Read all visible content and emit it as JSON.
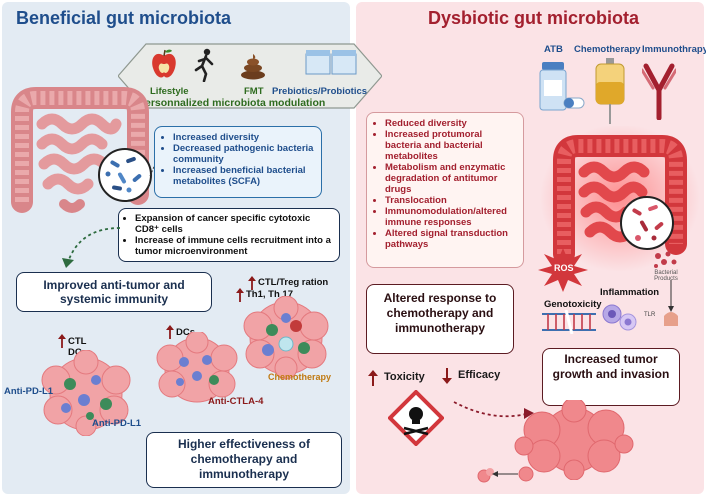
{
  "left": {
    "title": "Beneficial gut microbiota",
    "modulation": {
      "lifestyle": "Lifestyle",
      "fmt": "FMT",
      "prebiotics": "Prebiotics/Probiotics",
      "title": "Personnalized microbiota modulation"
    },
    "effects": [
      "Increased diversity",
      "Decreased pathogenic bacteria community",
      "Increased beneficial bacterial metabolites (SCFA)"
    ],
    "immune": [
      "Expansion of cancer specific cytotoxic CD8⁺ cells",
      "Increase of immune cells recruitment into a tumor microenvironment"
    ],
    "improved": "Improved anti-tumor and systemic immunity",
    "ctl_treg": "CTL/Treg ration",
    "th": "Th1, Th 17",
    "chemo_label": "Chemotherapy",
    "ctl": "CTL",
    "dcs1": "DCs",
    "dcs2": "DCs",
    "anti_pdl1_a": "Anti-PD-L1",
    "anti_pdl1_b": "Anti-PD-L1",
    "anti_ctla4": "Anti-CTLA-4",
    "higher": "Higher effectiveness of chemotherapy and immunotherapy"
  },
  "right": {
    "title": "Dysbiotic gut microbiota",
    "atb": "ATB",
    "chemotherapy": "Chemotherapy",
    "immunotherapy": "Immunothrapy",
    "effects": [
      "Reduced diversity",
      "Increased protumoral bacteria and bacterial metabolites",
      "Metabolism and enzymatic degradation of antitumor drugs",
      "Translocation",
      "Immunomodulation/altered immune responses",
      "Altered signal transduction pathways"
    ],
    "ros": "ROS",
    "bacterial_products": "Bacterial Products",
    "inflammation": "Inflammation",
    "genotoxicity": "Genotoxicity",
    "tlr": "TLR",
    "altered": "Altered response to chemotherapy and immunotherapy",
    "toxicity": "Toxicity",
    "efficacy": "Efficacy",
    "tumor_growth": "Increased tumor growth and invasion"
  },
  "colors": {
    "left_title": "#1f4e8c",
    "right_title": "#a3202f",
    "arrow_red": "#8b1a1a",
    "green_text": "#2e6b1f",
    "chemo_text": "#c07a12"
  }
}
